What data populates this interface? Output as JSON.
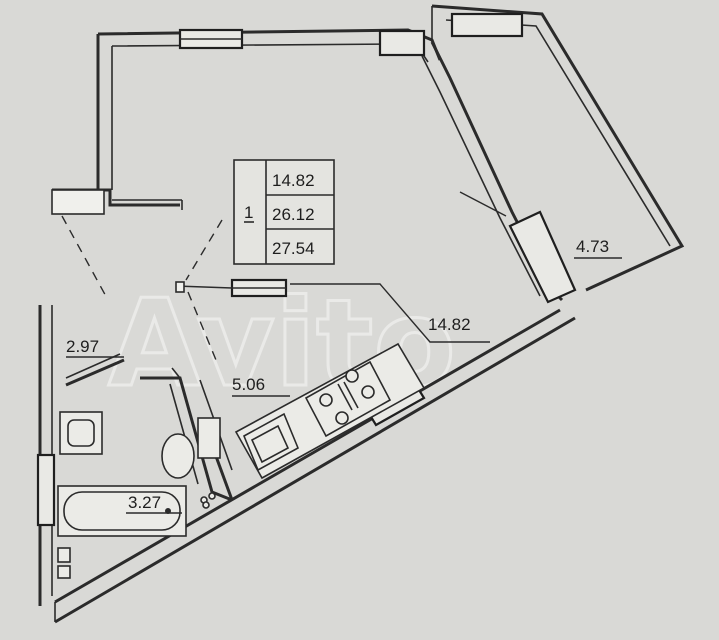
{
  "summary_table": {
    "room_count": "1",
    "values": [
      "14.82",
      "26.12",
      "27.54"
    ]
  },
  "rooms": {
    "living_room": "14.82",
    "kitchen": "5.06",
    "balcony": "4.73",
    "hallway": "2.97",
    "bathroom": "3.27"
  },
  "watermark": "Avito"
}
